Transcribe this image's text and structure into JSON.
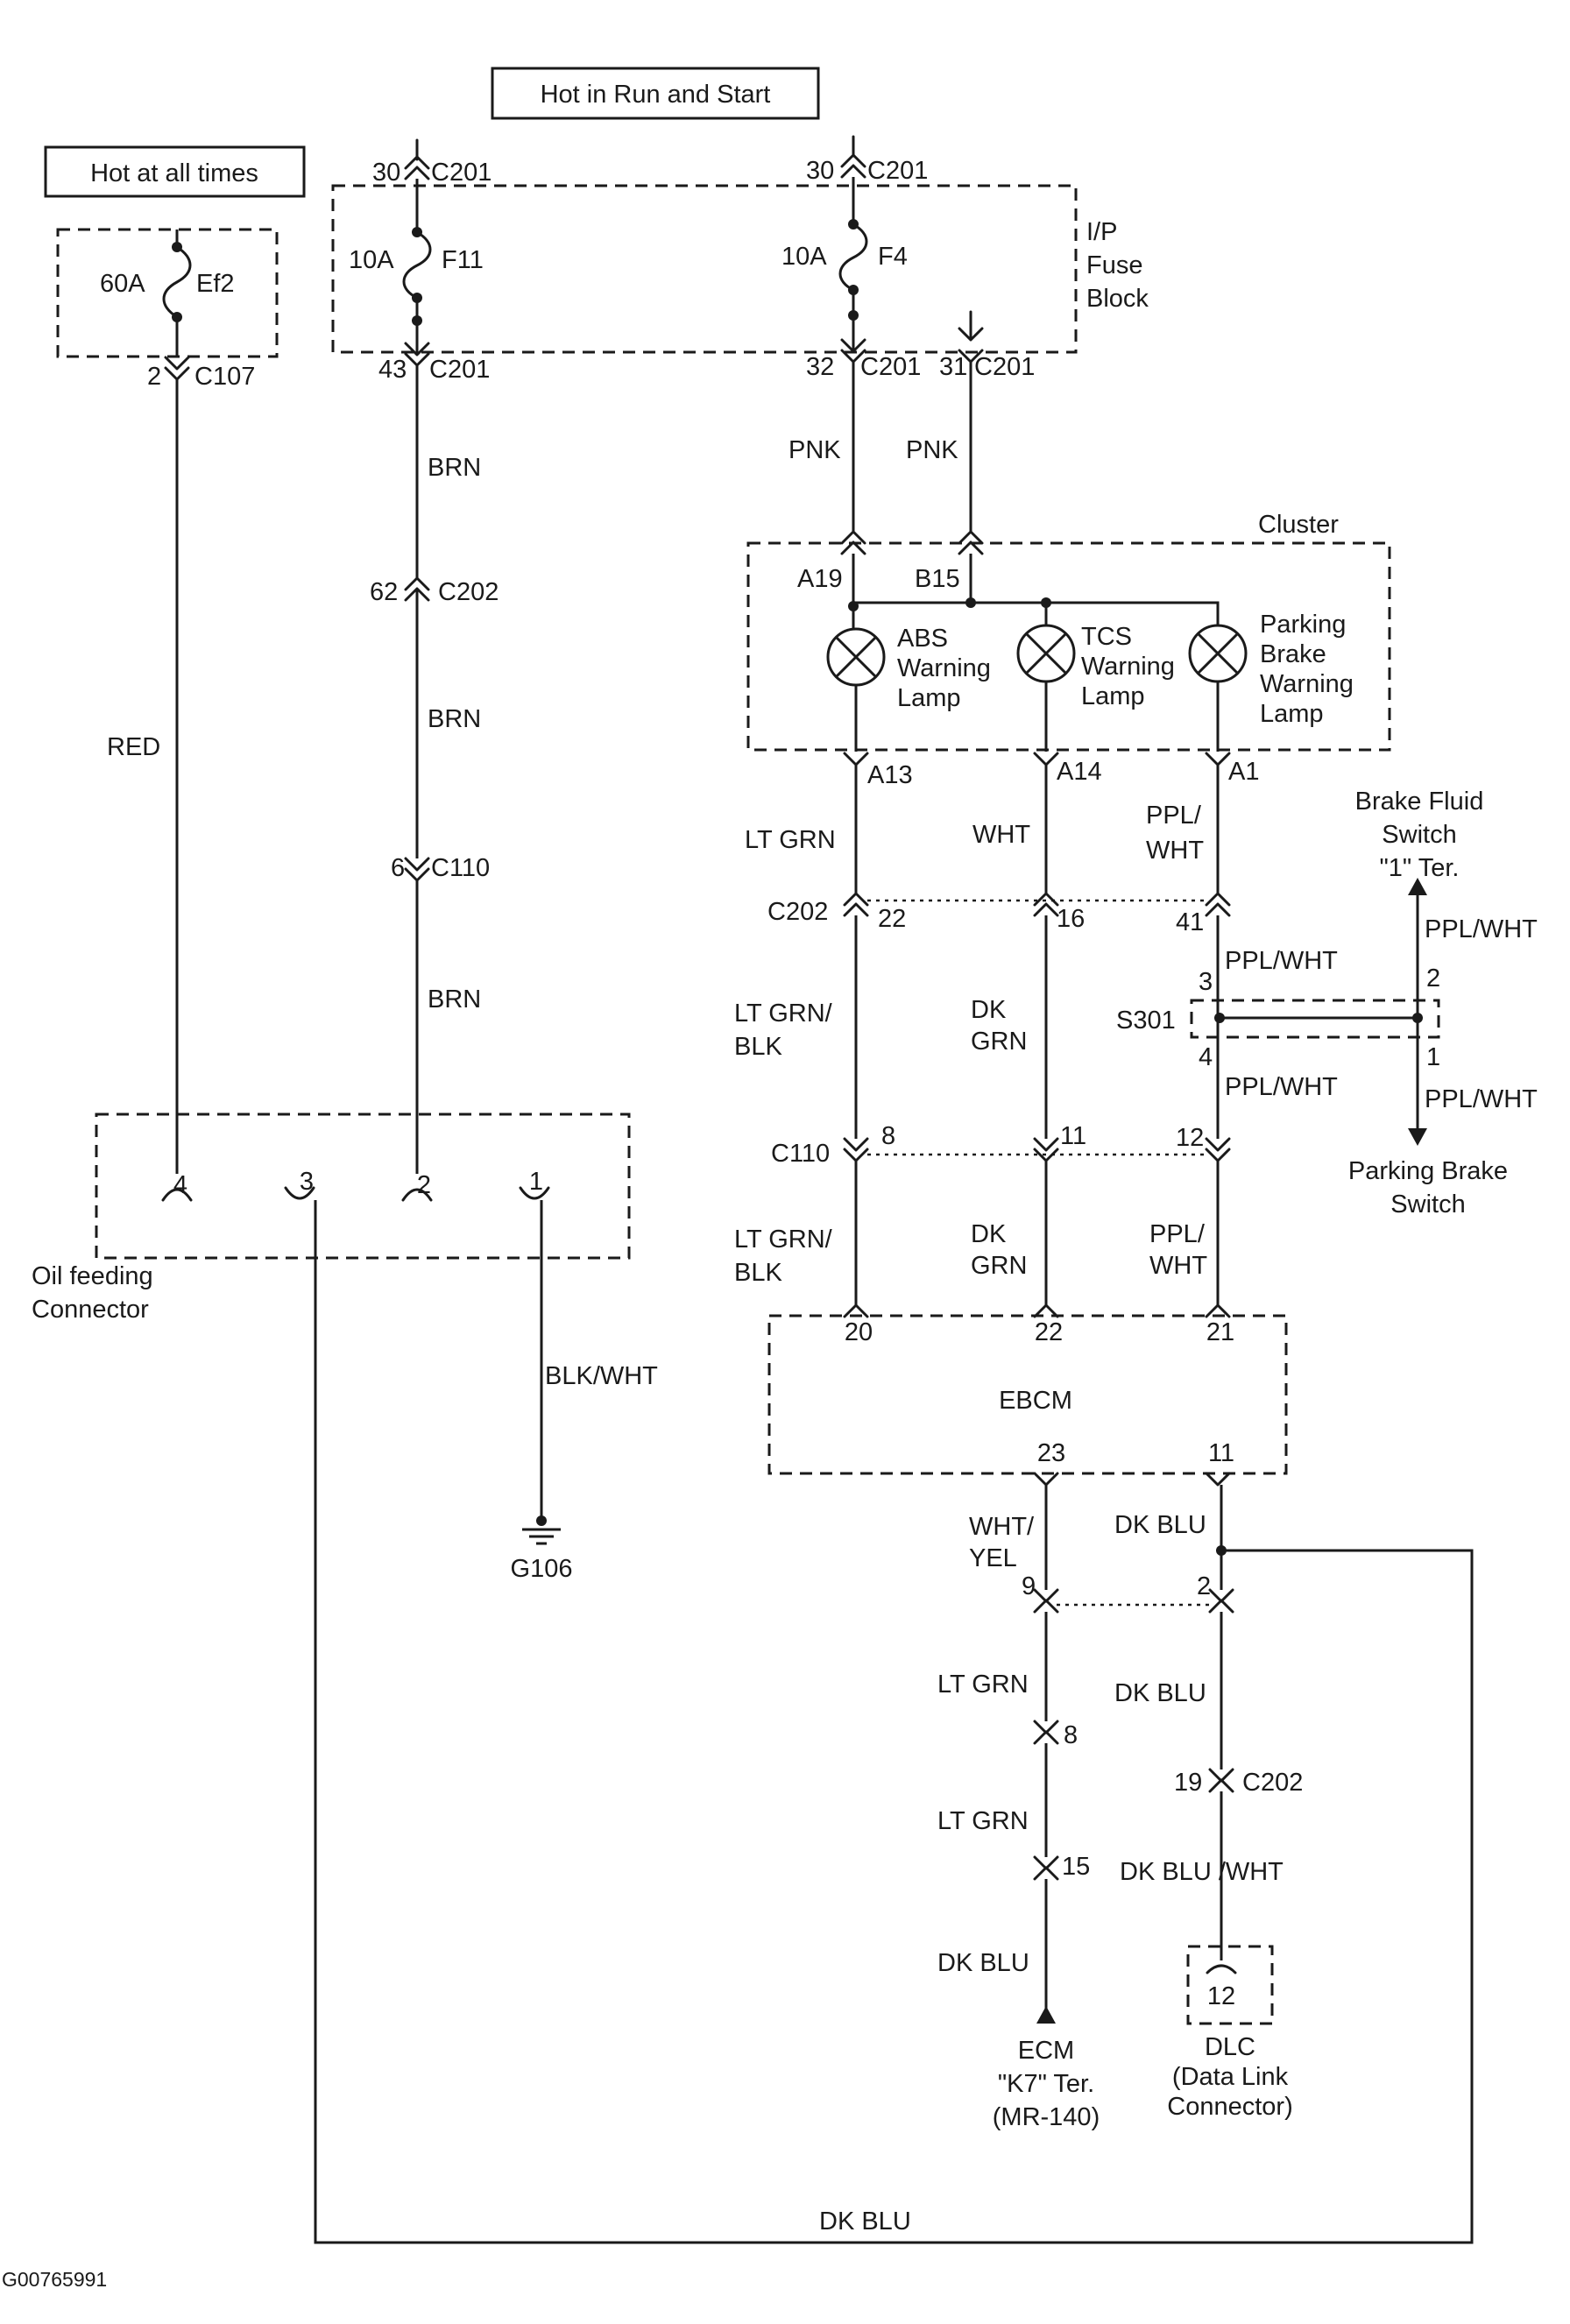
{
  "power_labels": {
    "hot_at_all_times": "Hot at all times",
    "hot_in_run_and_start": "Hot in Run and Start"
  },
  "fuse_block": {
    "line1": "I/P",
    "line2": "Fuse",
    "line3": "Block"
  },
  "fuses": {
    "ef2": {
      "rating": "60A",
      "name": "Ef2"
    },
    "f11": {
      "rating": "10A",
      "name": "F11"
    },
    "f4": {
      "rating": "10A",
      "name": "F4"
    }
  },
  "connector_names": {
    "c201": "C201",
    "c107": "C107",
    "c202": "C202",
    "c110": "C110",
    "c201_in_a": "C201",
    "c201_in_b": "C201",
    "c201_out_b": "C201",
    "c201_out_c": "C201",
    "c202_r": "C202"
  },
  "pins": {
    "c201_in_a": "30",
    "c201_in_b": "30",
    "c201_out_a": "43",
    "c201_out_b": "32",
    "c201_out_c": "31",
    "c107": "2",
    "c202_left": "62",
    "c110_left": "6",
    "cluster_a19": "A19",
    "cluster_b15": "B15",
    "cluster_a13": "A13",
    "cluster_a14": "A14",
    "cluster_a1": "A1",
    "c202_22": "22",
    "c202_16": "16",
    "c202_41": "41",
    "s301_3": "3",
    "s301_4": "4",
    "s301_2": "2",
    "s301_1": "1",
    "c110_8": "8",
    "c110_11": "11",
    "c110_12": "12",
    "ebcm_20": "20",
    "ebcm_22": "22",
    "ebcm_21": "21",
    "ebcm_23": "23",
    "ebcm_11": "11",
    "conn_9": "9",
    "conn_2": "2",
    "conn_8": "8",
    "conn_15": "15",
    "c202_19": "19",
    "oil_4": "4",
    "oil_3": "3",
    "oil_2": "2",
    "oil_1": "1",
    "dlc_12": "12"
  },
  "wires": {
    "red": "RED",
    "brn_1": "BRN",
    "brn_2": "BRN",
    "brn_3": "BRN",
    "pnk_1": "PNK",
    "pnk_2": "PNK",
    "lt_grn": "LT GRN",
    "wht": "WHT",
    "ppl_wht_a": "PPL/",
    "ppl_wht_b": "WHT",
    "ppl_wht_1": "PPL/WHT",
    "ppl_wht_2": "PPL/WHT",
    "ppl_wht_3": "PPL/WHT",
    "ppl_wht_4": "PPL/WHT",
    "lt_grn_blk_1a": "LT GRN/",
    "lt_grn_blk_1b": "BLK",
    "lt_grn_blk_2a": "LT GRN/",
    "lt_grn_blk_2b": "BLK",
    "dk_grn_1a": "DK",
    "dk_grn_1b": "GRN",
    "dk_grn_2a": "DK",
    "dk_grn_2b": "GRN",
    "ppl_wht_5a": "PPL/",
    "ppl_wht_5b": "WHT",
    "wht_yel_a": "WHT/",
    "wht_yel_b": "YEL",
    "dk_blu_1": "DK BLU",
    "dk_blu_2": "DK BLU",
    "dk_blu_3": "DK BLU",
    "dk_blu_wht": "DK BLU /WHT",
    "lt_grn_2": "LT GRN",
    "lt_grn_3": "LT GRN",
    "blk_wht": "BLK/WHT",
    "dk_blu_bottom": "DK BLU"
  },
  "components": {
    "cluster": "Cluster",
    "abs": [
      "ABS",
      "Warning",
      "Lamp"
    ],
    "tcs": [
      "TCS",
      "Warning",
      "Lamp"
    ],
    "parking": [
      "Parking",
      "Brake",
      "Warning",
      "Lamp"
    ],
    "brake_fluid": [
      "Brake Fluid",
      "Switch",
      "\"1\" Ter."
    ],
    "parking_switch": [
      "Parking Brake",
      "Switch"
    ],
    "s301": "S301",
    "ebcm": "EBCM",
    "oil": [
      "Oil feeding",
      "Connector"
    ],
    "ground": "G106",
    "ecm": [
      "ECM",
      "\"K7\" Ter.",
      "(MR-140)"
    ],
    "dlc": [
      "DLC",
      "(Data Link",
      "Connector)"
    ]
  },
  "figure_id": "G00765991"
}
